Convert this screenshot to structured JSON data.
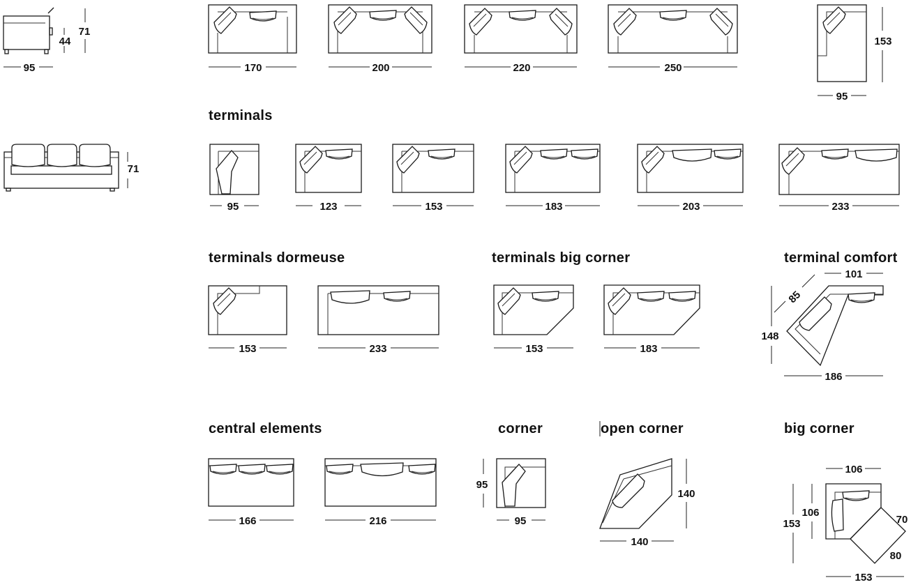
{
  "titles": {
    "terminals": "terminals",
    "terminals_dormeuse": "terminals dormeuse",
    "terminals_big_corner": "terminals big corner",
    "terminal_comfort": "terminal comfort",
    "central_elements": "central elements",
    "corner": "corner",
    "open_corner": "open corner",
    "big_corner": "big corner"
  },
  "side_view": {
    "depth": "95",
    "seat_height": "44",
    "height": "71"
  },
  "front_view": {
    "height": "71"
  },
  "sofas": [
    "170",
    "200",
    "220",
    "250"
  ],
  "chaise": {
    "width": "95",
    "length": "153"
  },
  "terminals": [
    "95",
    "123",
    "153",
    "183",
    "203",
    "233"
  ],
  "terminals_dormeuse": [
    "153",
    "233"
  ],
  "terminals_big_corner": [
    "153",
    "183"
  ],
  "terminal_comfort": {
    "top": "101",
    "diagonal": "85",
    "side": "148",
    "bottom": "186"
  },
  "central_elements": [
    "166",
    "216"
  ],
  "corner": {
    "side": "95",
    "bottom": "95"
  },
  "open_corner": {
    "side": "140",
    "bottom": "140"
  },
  "big_corner": {
    "top": "106",
    "inner": "106",
    "side": "153",
    "diag_a": "70",
    "diag_b": "80",
    "bottom": "153"
  }
}
